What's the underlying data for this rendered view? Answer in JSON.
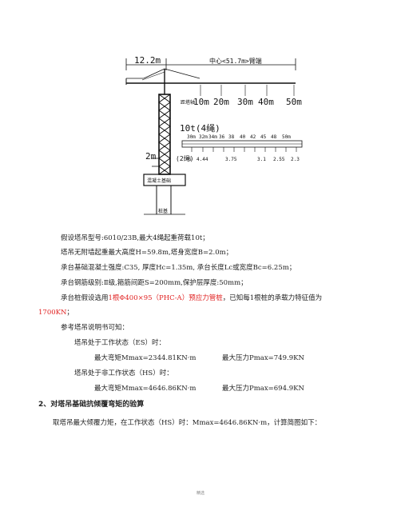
{
  "figure": {
    "top_label_jib": "12.2m",
    "top_label_center": "中心<51.7m>臂端",
    "dist_label_prefix": "距塔轴",
    "dist_ticks": [
      "10m",
      "20m",
      "30m",
      "40m",
      "50m"
    ],
    "capacity_label": "10t(4绳)",
    "capacity_small_label": "(2绳)",
    "height_label": "2m",
    "radius_ticks": [
      "30m",
      "32m",
      "34m",
      "36",
      "38",
      "40",
      "42",
      "45",
      "48",
      "50m"
    ],
    "load_values": [
      "5",
      "4.44",
      "3.75",
      "3.1",
      "2.55",
      "2.3"
    ],
    "base_label": "混凝土基础",
    "pile_label": "桩基"
  },
  "params": {
    "line1": "假设塔吊型号:6010/23B,最大4绳起重荷载10t；",
    "line2": "塔吊无附墙起重最大高度H=59.8m,塔身宽度B=2.0m；",
    "line3": "承台基础混凝土强度:C35, 厚度Hc=1.35m, 承台长度Lc或宽度Bc=6.25m；",
    "line4": "承台钢筋级别:Ⅱ级,箍筋间距S=200mm,保护层厚度:50mm；",
    "line5_prefix": "承台桩假设选用",
    "line5_red": "1根Φ400×95（PHC-A）预应力管桩",
    "line5_suffix": "，已知每1根桩的承载力特征值为",
    "line6_red": "1700KN",
    "line6_suffix": "；",
    "ref": "参考塔吊说明书可知：",
    "work_state": "塔吊处于工作状态（ES）时：",
    "work_moment": "最大弯矩Mmax=2344.81KN·m",
    "work_force": "最大压力Pmax=749.9KN",
    "nonwork_state": "塔吊处于非工作状态（HS）时：",
    "nonwork_moment": "最大弯矩Mmax=4646.86KN·m",
    "nonwork_force": "最大压力Pmax=694.9KN"
  },
  "section2": {
    "heading": "2、对塔吊基础抗倾覆弯矩的验算",
    "text": "取塔吊最大倾覆力矩，在工作状态（HS）时：Mmax=4646.86KN·m，计算简图如下："
  },
  "footer": {
    "text": "精选"
  }
}
